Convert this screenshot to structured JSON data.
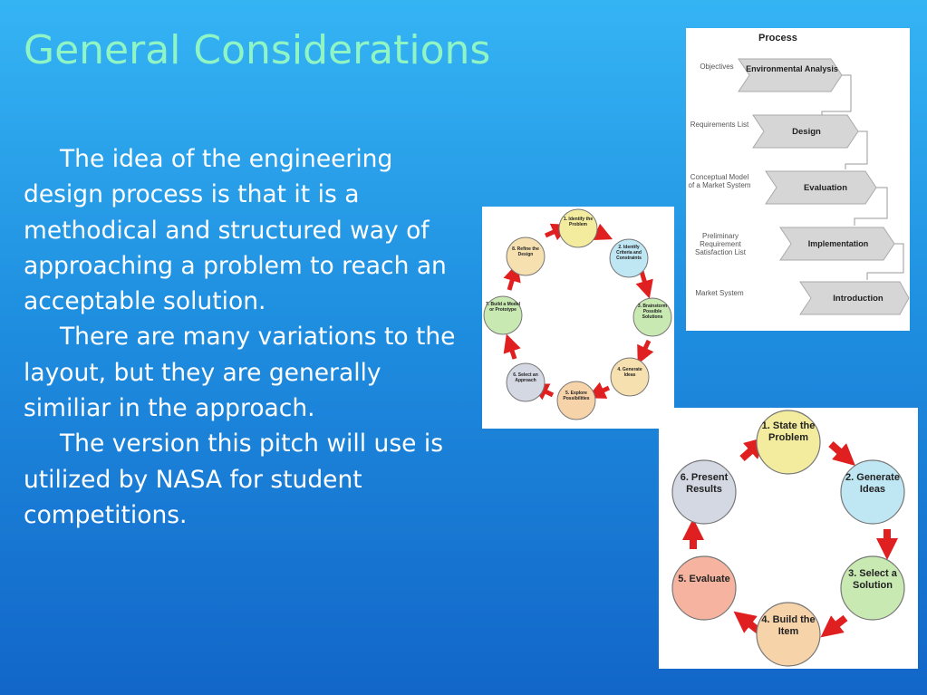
{
  "slide": {
    "title": "General Considerations",
    "paragraphs": [
      "The idea of the engineering design process is that it is a methodical and structured way of approaching a problem to reach an acceptable solution.",
      "There are many variations to the layout, but they are generally similiar in the approach.",
      "The version this pitch will use is utilized by NASA for student competitions."
    ]
  },
  "process_diagram": {
    "title": "Process",
    "steps": [
      "Environmental Analysis",
      "Design",
      "Evaluation",
      "Implementation",
      "Introduction"
    ],
    "inputs": [
      "Objectives",
      "Requirements List",
      "Conceptual Model of a Market System",
      "Preliminary Requirement Satisfaction List",
      "Market System"
    ]
  },
  "cycle_eight": {
    "steps": [
      "1. Identify the Problem",
      "2. Identify Criteria and Constraints",
      "3. Brainstorm Possible Solutions",
      "4. Generate Ideas",
      "5. Explore Possibilities",
      "6. Select an Approach",
      "7. Build a Model or Prototype",
      "8. Refine the Design"
    ]
  },
  "cycle_six": {
    "steps": [
      "1. State the Problem",
      "2. Generate Ideas",
      "3. Select a Solution",
      "4. Build the Item",
      "5. Evaluate",
      "6. Present Results"
    ]
  },
  "colors": {
    "red_arrow": "#e02020",
    "yellow": "#f3ec9e",
    "blue_circle": "#bfe6f3",
    "green_circle": "#c9e9b2",
    "orange_circle": "#f7d3aa",
    "peach_circle": "#f6b4a0",
    "gray_circle": "#d3d8e3"
  }
}
